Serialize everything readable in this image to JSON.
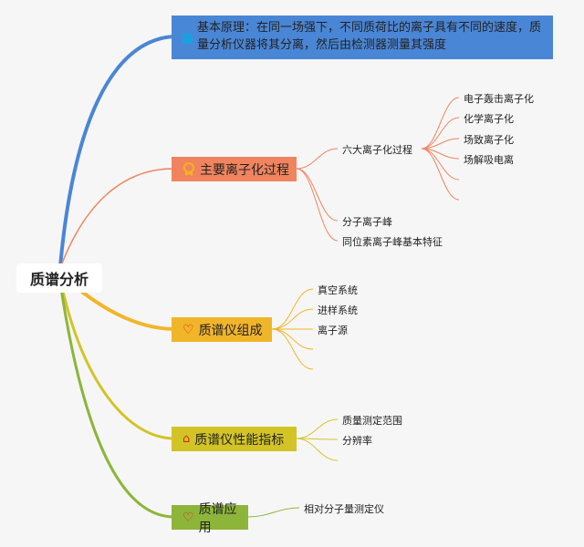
{
  "root": "质谱分析",
  "principle": {
    "text": "基本原理：在同一场强下，不同质荷比的离子具有不同的速度，质量分析仪器将其分离，然后由检测器测量其强度",
    "icon": "square-icon"
  },
  "ionization": {
    "label": "主要离子化过程",
    "icon": "badge-icon",
    "children": [
      "六大离子化过程",
      "分子离子峰",
      "同位素离子峰基本特征"
    ],
    "methods": [
      "电子轰击离子化",
      "化学离子化",
      "场致离子化",
      "场解吸电离"
    ]
  },
  "composition": {
    "label": "质谱仪组成",
    "icon": "heart-icon",
    "children": [
      "真空系统",
      "进样系统",
      "离子源"
    ]
  },
  "performance": {
    "label": "质谱仪性能指标",
    "icon": "home-icon",
    "children": [
      "质量测定范围",
      "分辨率"
    ]
  },
  "application": {
    "label": "质谱应用",
    "icon": "heart-icon",
    "children": [
      "相对分子量测定仪"
    ]
  },
  "colors": {
    "blue": "#4a86d6",
    "orange": "#f0845f",
    "yellow": "#f1b52a",
    "olive": "#d2c427",
    "green": "#8db53a"
  }
}
